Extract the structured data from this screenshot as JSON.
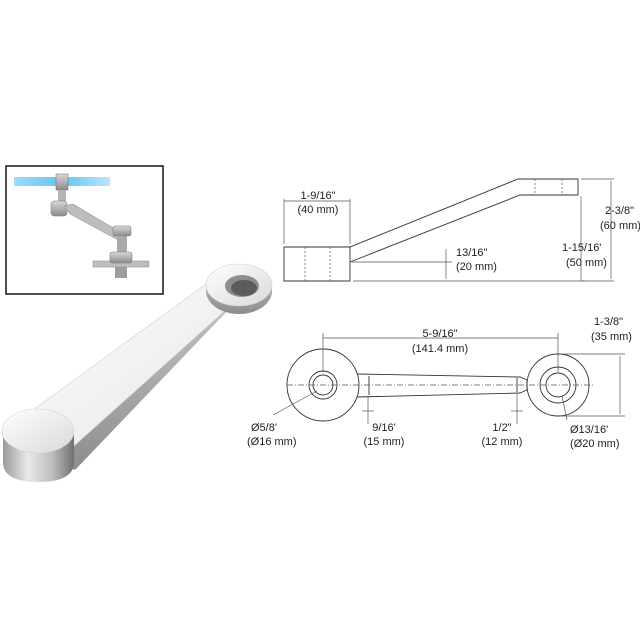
{
  "side_view": {
    "top_width": {
      "imperial": "1-9/16\"",
      "metric": "(40 mm)"
    },
    "total_height": {
      "imperial": "2-3/8\"",
      "metric": "(60 mm)"
    },
    "drop": {
      "imperial": "1-15/16'",
      "metric": "(50 mm)"
    },
    "end_height": {
      "imperial": "13/16\"",
      "metric": "(20 mm)"
    }
  },
  "top_view": {
    "length": {
      "imperial": "5-9/16\"",
      "metric": "(141.4 mm)"
    },
    "eye_width": {
      "imperial": "1-3/8\"",
      "metric": "(35 mm)"
    },
    "hole_left": {
      "imperial": "Ø5/8'",
      "metric": "(Ø16 mm)"
    },
    "neck_left": {
      "imperial": "9/16'",
      "metric": "(15 mm)"
    },
    "neck_right": {
      "imperial": "1/2\"",
      "metric": "(12 mm)"
    },
    "hole_right": {
      "imperial": "Ø13/16'",
      "metric": "(Ø20 mm)"
    }
  },
  "colors": {
    "inset_border": "#222222",
    "inset_glass": "#7fd3f5",
    "metal_light": "#f4f4f4",
    "metal_mid": "#cfcfcf",
    "metal_dark": "#8a8a8a"
  }
}
